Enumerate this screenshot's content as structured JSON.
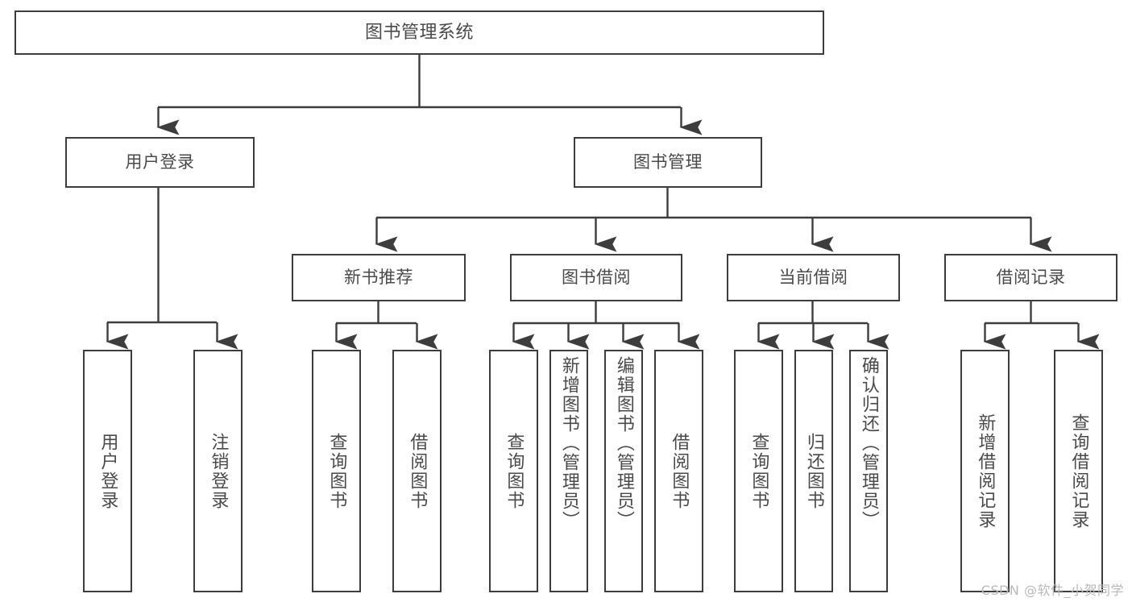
{
  "diagram": {
    "title": "图书管理系统",
    "type": "tree-structure-chart",
    "orientation": "top-down",
    "line_color": "#3d3d3d",
    "box_fill": "#ffffff",
    "text_color": "#4a4a4a"
  },
  "nodes": {
    "root": {
      "label": "图书管理系统"
    },
    "level2": [
      {
        "id": "user-login",
        "label": "用户登录"
      },
      {
        "id": "book-management",
        "label": "图书管理"
      }
    ],
    "level3": [
      {
        "id": "new-book-recommend",
        "label": "新书推荐"
      },
      {
        "id": "book-borrow",
        "label": "图书借阅"
      },
      {
        "id": "current-borrow",
        "label": "当前借阅"
      },
      {
        "id": "borrow-record",
        "label": "借阅记录"
      }
    ],
    "leaves": {
      "user-login": [
        {
          "id": "leaf-user-login",
          "label": "用户登录"
        },
        {
          "id": "leaf-user-logout",
          "label": "注销登录"
        }
      ],
      "new-book-recommend": [
        {
          "id": "leaf-query-book-1",
          "label": "查询图书"
        },
        {
          "id": "leaf-borrow-book-1",
          "label": "借阅图书"
        }
      ],
      "book-borrow": [
        {
          "id": "leaf-query-book-2",
          "label": "查询图书"
        },
        {
          "id": "leaf-add-book",
          "label": "新增图书（管理员）"
        },
        {
          "id": "leaf-edit-book",
          "label": "编辑图书（管理员）"
        },
        {
          "id": "leaf-borrow-book-2",
          "label": "借阅图书"
        }
      ],
      "current-borrow": [
        {
          "id": "leaf-query-book-3",
          "label": "查询图书"
        },
        {
          "id": "leaf-return-book",
          "label": "归还图书"
        },
        {
          "id": "leaf-confirm-return",
          "label": "确认归还（管理员）"
        }
      ],
      "borrow-record": [
        {
          "id": "leaf-add-record",
          "label": "新增借阅记录"
        },
        {
          "id": "leaf-query-record",
          "label": "查询借阅记录"
        }
      ]
    }
  },
  "watermark": {
    "text": "CSDN @软件_小贺同学"
  }
}
